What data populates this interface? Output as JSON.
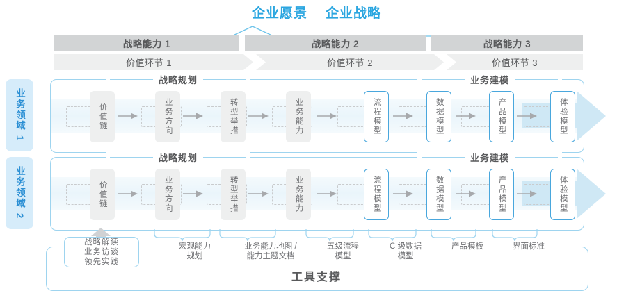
{
  "header": {
    "vision": "企业愿景",
    "strategy": "企业战略",
    "capabilities": [
      "战略能力 1",
      "战略能力 2",
      "战略能力 3"
    ],
    "value_chains": [
      "价值环节 1",
      "价值环节 2",
      "价值环节 3"
    ]
  },
  "domains": [
    {
      "label": "业务领域 1"
    },
    {
      "label": "业务领域 2"
    }
  ],
  "sections": {
    "planning": "战略规划",
    "modeling": "业务建模"
  },
  "nodes": {
    "planning": [
      "价值链",
      "业务方向",
      "转型举措",
      "业务能力"
    ],
    "modeling": [
      "流程模型",
      "数据模型",
      "产品模型",
      "体验模型"
    ]
  },
  "tools": {
    "pill": [
      "战略解读",
      "业务访谈",
      "领先实践"
    ],
    "captions": [
      "宏观能力\n规划",
      "业务能力地图 /\n能力主题文档",
      "五级流程\n模型",
      "C 级数据\n模型",
      "产品模板",
      "界面标准"
    ],
    "title": "工具支撑"
  },
  "colors": {
    "accent_blue": "#2ba6e0",
    "border_blue": "#9ed4ef",
    "node_blue": "#49a7dd",
    "bar_gray": "#d2d4d5",
    "chevron_gray": "#eeefef",
    "text_gray": "#58595b",
    "domain_bg": "#d6ecfa"
  }
}
